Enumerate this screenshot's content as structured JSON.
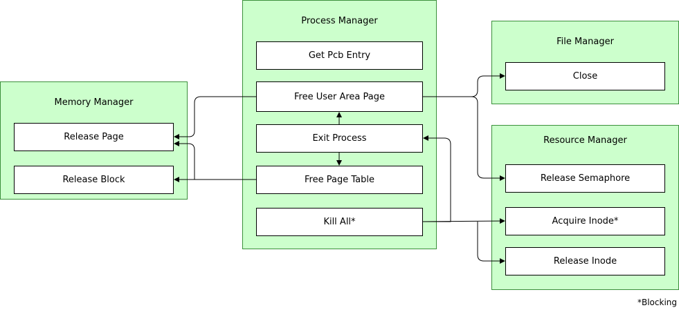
{
  "groups": {
    "memory_manager": {
      "title": "Memory Manager",
      "nodes": {
        "release_page": "Release Page",
        "release_block": "Release Block"
      }
    },
    "process_manager": {
      "title": "Process Manager",
      "nodes": {
        "get_pcb_entry": "Get Pcb Entry",
        "free_user_area_page": "Free User Area Page",
        "exit_process": "Exit Process",
        "free_page_table": "Free Page Table",
        "kill_all": "Kill All*"
      }
    },
    "file_manager": {
      "title": "File Manager",
      "nodes": {
        "close": "Close"
      }
    },
    "resource_manager": {
      "title": "Resource Manager",
      "nodes": {
        "release_semaphore": "Release Semaphore",
        "acquire_inode": "Acquire Inode*",
        "release_inode": "Release Inode"
      }
    }
  },
  "edges": [
    {
      "from": "Exit Process",
      "to": "Free User Area Page"
    },
    {
      "from": "Exit Process",
      "to": "Free Page Table"
    },
    {
      "from": "Free User Area Page",
      "to": "Release Page"
    },
    {
      "from": "Free Page Table",
      "to": "Release Page"
    },
    {
      "from": "Free Page Table",
      "to": "Release Block"
    },
    {
      "from": "Free User Area Page",
      "to": "Close"
    },
    {
      "from": "Free User Area Page",
      "to": "Release Semaphore"
    },
    {
      "from": "Kill All*",
      "to": "Exit Process"
    },
    {
      "from": "Kill All*",
      "to": "Acquire Inode*"
    },
    {
      "from": "Kill All*",
      "to": "Release Inode"
    }
  ],
  "footnote": "*Blocking",
  "colors": {
    "group_fill": "#ccffcc",
    "group_border": "#3a8f3a",
    "node_fill": "#ffffff",
    "line": "#000000"
  }
}
